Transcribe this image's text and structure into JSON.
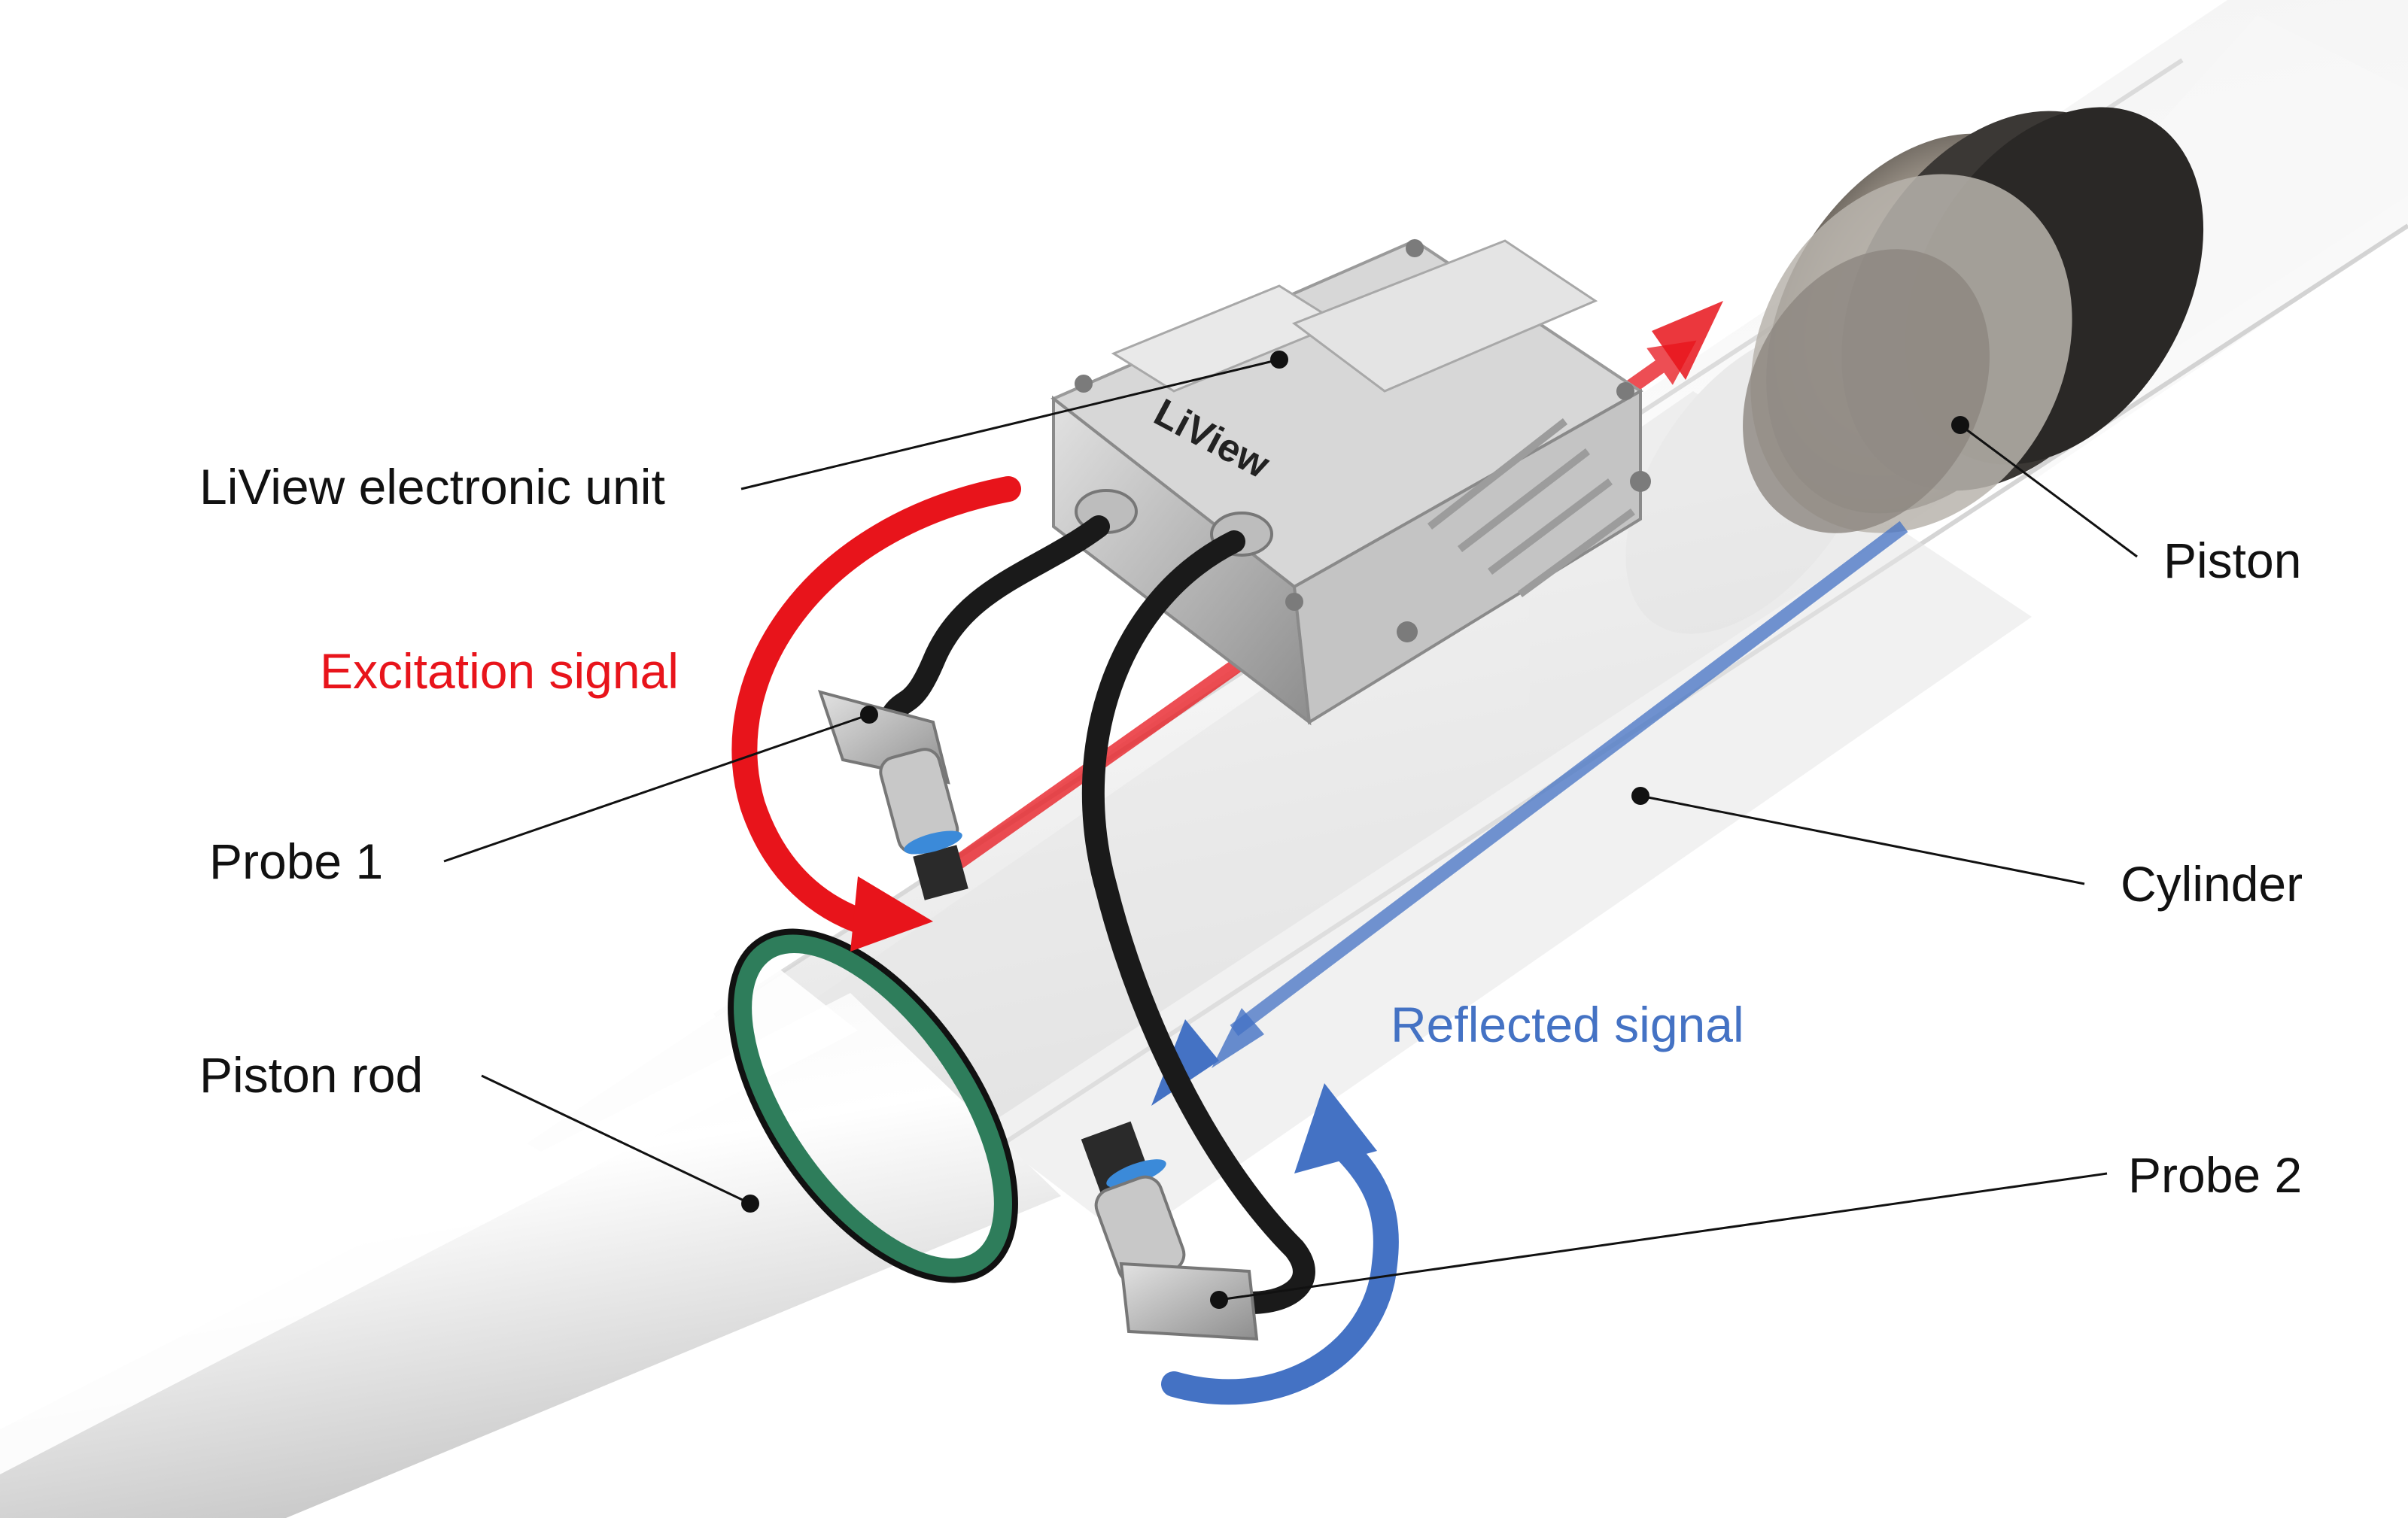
{
  "labels": {
    "electronic_unit": "LiView electronic unit",
    "excitation_signal": "Excitation signal",
    "probe_1": "Probe 1",
    "piston_rod": "Piston rod",
    "piston": "Piston",
    "cylinder": "Cylinder",
    "reflected_signal": "Reflected signal",
    "probe_2": "Probe 2"
  },
  "brand_text": "LiView",
  "colors": {
    "label_text": "#111111",
    "excitation": "#e8141b",
    "reflected": "#4472c4",
    "seal": "#2e7d5b",
    "cable": "#1a1a1a",
    "metal": "#c9c9c9"
  }
}
